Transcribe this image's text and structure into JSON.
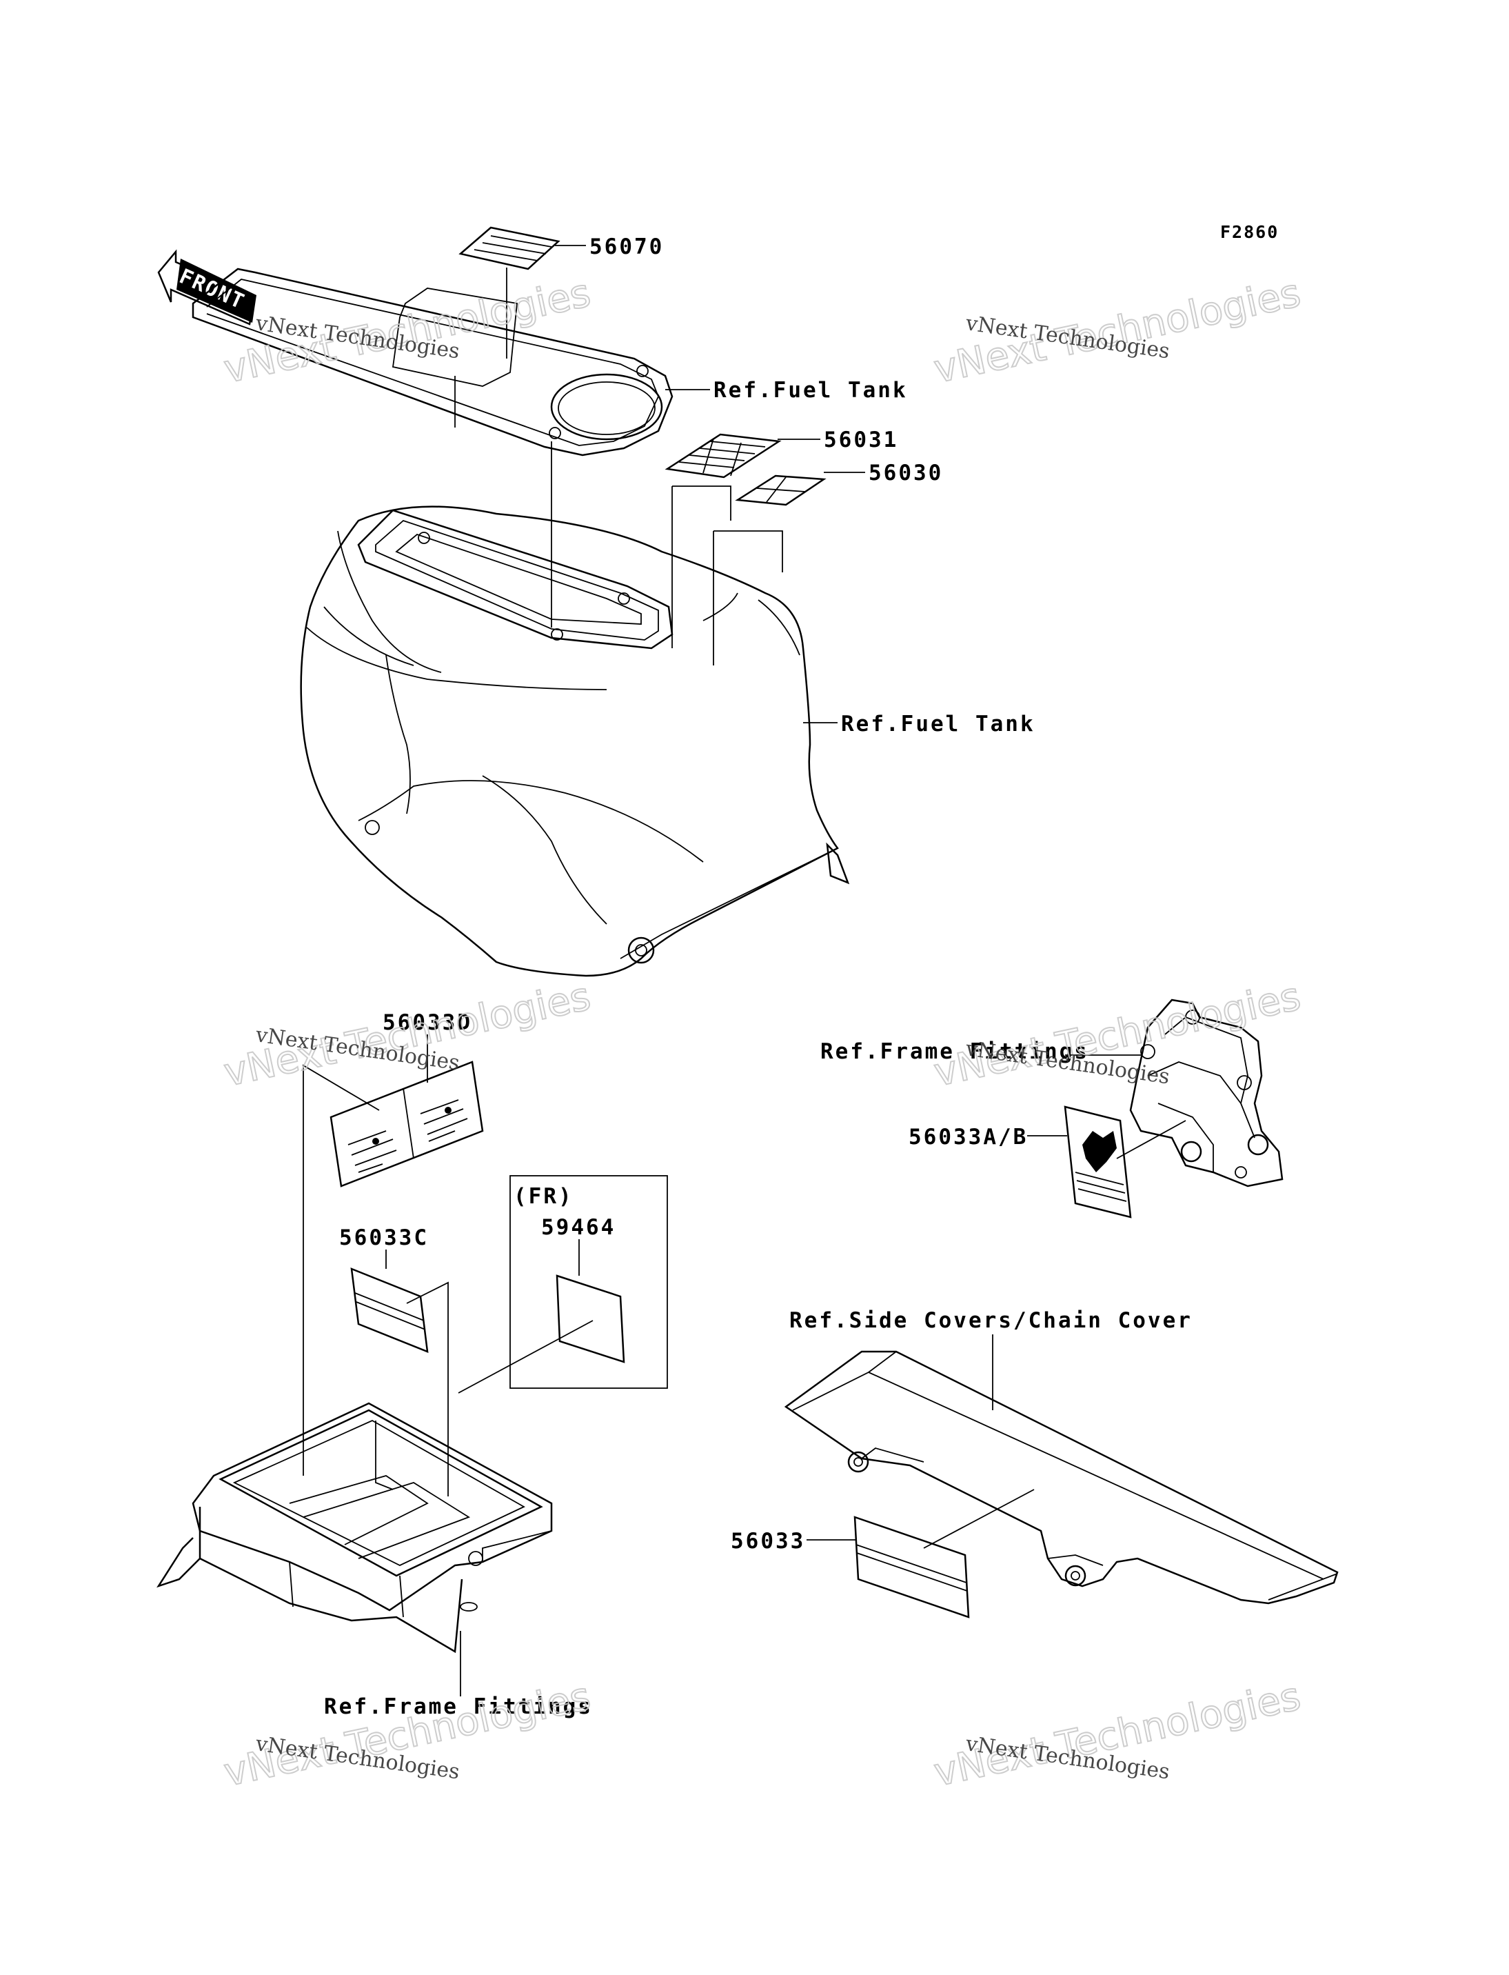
{
  "figure_code": "F2860",
  "front_arrow_label": "FRONT",
  "watermark": {
    "small": "vNext Technologies",
    "large": "vNext Technologies"
  },
  "labels": {
    "p56070": "56070",
    "ref_fuel_tank_top": "Ref.Fuel Tank",
    "p56031": "56031",
    "p56030": "56030",
    "ref_fuel_tank_main": "Ref.Fuel Tank",
    "p56033D": "56033D",
    "ref_frame_fittings_right": "Ref.Frame Fittings",
    "p56033AB": "56033A/B",
    "fr_note": "(FR)",
    "p59464": "59464",
    "p56033C": "56033C",
    "ref_side_covers": "Ref.Side Covers/Chain Cover",
    "p56033": "56033",
    "ref_frame_fittings_bottom": "Ref.Frame Fittings"
  }
}
